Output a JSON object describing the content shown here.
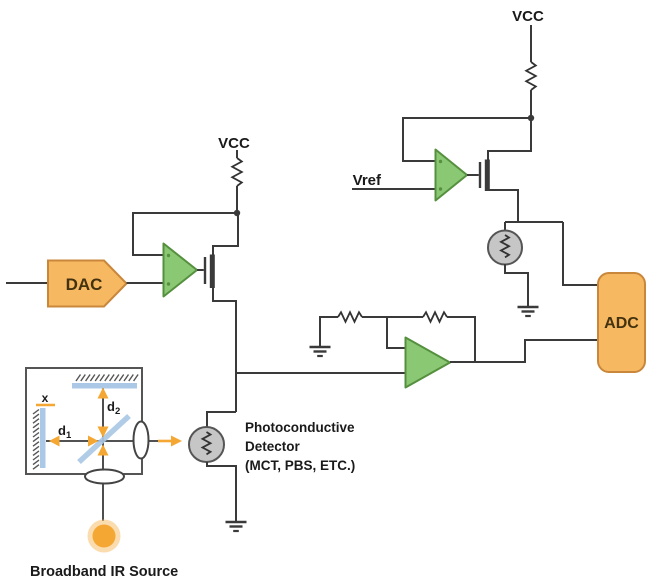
{
  "labels": {
    "vcc_left": "VCC",
    "vcc_right": "VCC",
    "vref": "Vref",
    "dac": "DAC",
    "adc": "ADC",
    "mirror_x": "x",
    "d1_base": "d",
    "d1_sub": "1",
    "d2_base": "d",
    "d2_sub": "2",
    "detector_line1": "Photoconductive",
    "detector_line2": "Detector",
    "detector_line3": "(MCT, PBS, ETC.)",
    "ir_source": "Broadband IR Source"
  },
  "colors": {
    "wire": "#3a3a3a",
    "opamp_fill": "#8bc873",
    "opamp_stroke": "#55903f",
    "block_fill": "#f7b862",
    "block_stroke": "#c8873b",
    "block_text": "#43320f",
    "detector_fill": "#c6c6c6",
    "detector_stroke": "#555555",
    "mirror_blue": "#abc8e6",
    "beam_orange": "#f5a733",
    "glow_outer": "#f8c579",
    "text_dark": "#1a1a1a"
  }
}
